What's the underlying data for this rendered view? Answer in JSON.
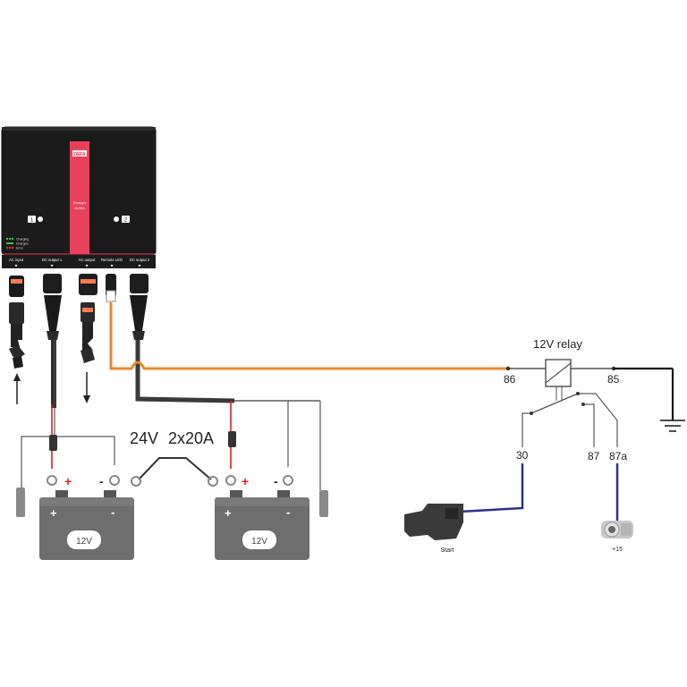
{
  "charger": {
    "brand": "DEFA",
    "model_line1": "Charger",
    "model_line2": "2x20A",
    "channel1": "1",
    "channel2": "2",
    "led_legend": [
      "Charging",
      "Charged",
      "Error"
    ],
    "ports": [
      "AC input",
      "DC output 1",
      "AC output",
      "Remote LED",
      "DC output 2"
    ]
  },
  "config": {
    "voltage": "24V",
    "current": "2x20A"
  },
  "batteries": [
    {
      "label": "12V"
    },
    {
      "label": "12V"
    }
  ],
  "terminals": {
    "plus": "+",
    "minus": "-"
  },
  "relay": {
    "title": "12V relay",
    "pin86": "86",
    "pin85": "85",
    "pin30": "30",
    "pin87": "87",
    "pin87a": "87a"
  },
  "start_label": "Start",
  "ignition_label": "+15",
  "colors": {
    "housing": "#1a1a1a",
    "accent": "#e8415a",
    "signal_wire": "#e8892e",
    "relay_wire": "#2b2f8c",
    "cable": "#3a3a3a",
    "battery": "#6e6e6e",
    "positive": "#e0202a"
  }
}
